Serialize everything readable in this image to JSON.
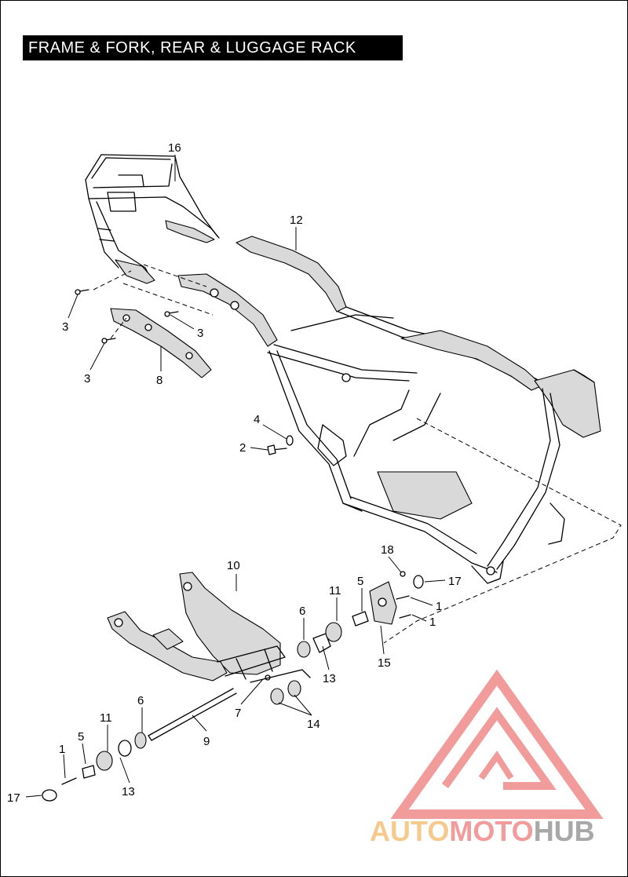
{
  "title": "FRAME & FORK, REAR & LUGGAGE RACK",
  "callouts": [
    {
      "id": "c16",
      "label": "16"
    },
    {
      "id": "c12",
      "label": "12"
    },
    {
      "id": "c3a",
      "label": "3"
    },
    {
      "id": "c3b",
      "label": "3"
    },
    {
      "id": "c3c",
      "label": "3"
    },
    {
      "id": "c8",
      "label": "8"
    },
    {
      "id": "c4",
      "label": "4"
    },
    {
      "id": "c2",
      "label": "2"
    },
    {
      "id": "c10",
      "label": "10"
    },
    {
      "id": "c18",
      "label": "18"
    },
    {
      "id": "c11a",
      "label": "11"
    },
    {
      "id": "c5a",
      "label": "5"
    },
    {
      "id": "c17a",
      "label": "17"
    },
    {
      "id": "c6a",
      "label": "6"
    },
    {
      "id": "c1a",
      "label": "1"
    },
    {
      "id": "c1b",
      "label": "1"
    },
    {
      "id": "c13a",
      "label": "13"
    },
    {
      "id": "c15",
      "label": "15"
    },
    {
      "id": "c7",
      "label": "7"
    },
    {
      "id": "c14",
      "label": "14"
    },
    {
      "id": "c6b",
      "label": "6"
    },
    {
      "id": "c11b",
      "label": "11"
    },
    {
      "id": "c9",
      "label": "9"
    },
    {
      "id": "c5b",
      "label": "5"
    },
    {
      "id": "c1c",
      "label": "1"
    },
    {
      "id": "c17b",
      "label": "17"
    },
    {
      "id": "c13b",
      "label": "13"
    }
  ],
  "watermark": {
    "text_part1": "AUTO",
    "text_part2": "MOTO",
    "text_part3": "HUB",
    "color_red": "#f08a8a",
    "color_orange": "#f5c07a",
    "color_gray": "#9a9a9a"
  }
}
